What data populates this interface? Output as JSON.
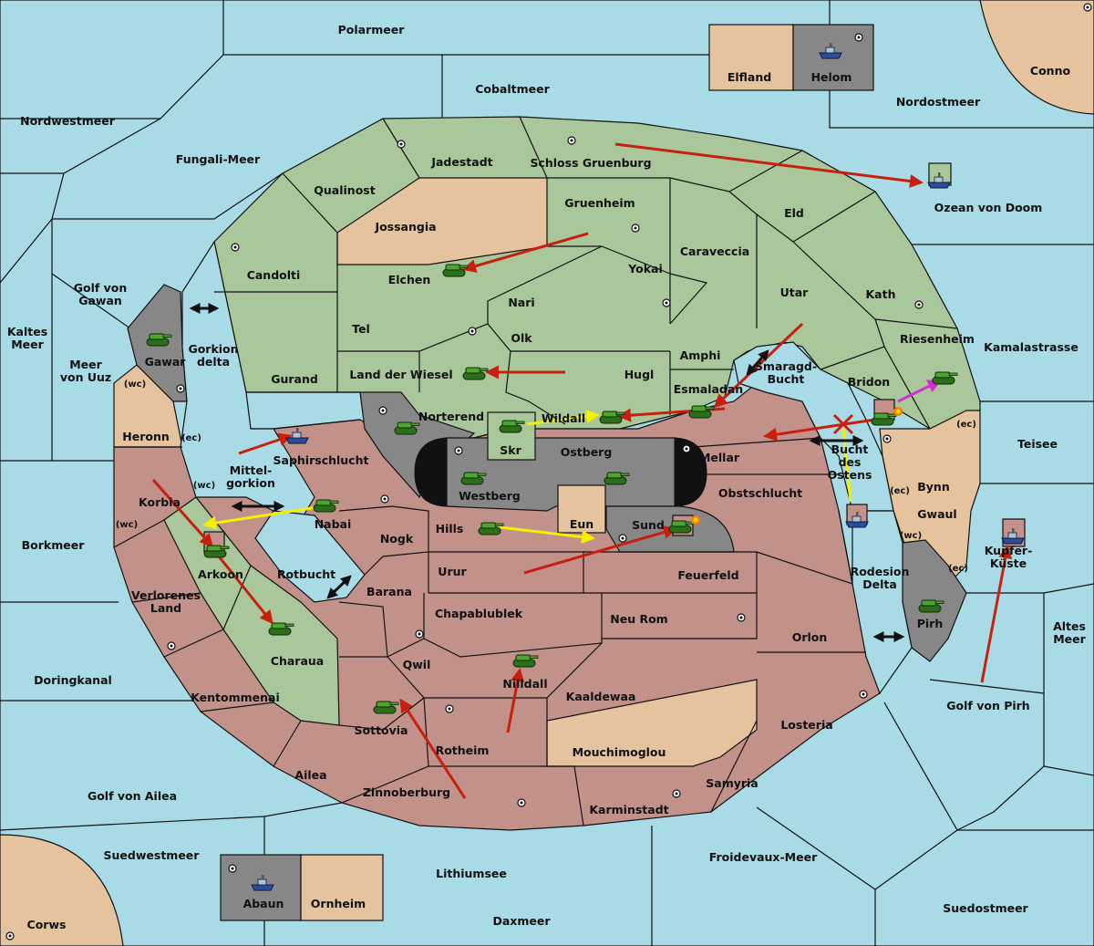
{
  "seas": {
    "polarmeer": "Polarmeer",
    "cobaltmeer": "Cobaltmeer",
    "nordwestmeer": "Nordwestmeer",
    "fungali": "Fungali-Meer",
    "nordostmeer": "Nordostmeer",
    "ozean_doom": "Ozean von Doom",
    "kamalastrasse": "Kamalastrasse",
    "kaltes_meer": "Kaltes\nMeer",
    "golf_gawan": "Golf von\nGawan",
    "meer_uuz": "Meer\nvon Uuz",
    "gorkion_delta": "Gorkion\ndelta",
    "teisee": "Teisee",
    "borkmeer": "Borkmeer",
    "mittelgorkion": "Mittel-\ngorkion",
    "rotbucht": "Rotbucht",
    "smaragd": "Smaragd-\nBucht",
    "bucht_ostens": "Bucht\ndes\nOstens",
    "rodesion": "Rodesion\nDelta",
    "altes_meer": "Altes\nMeer",
    "doringkanal": "Doringkanal",
    "golf_pirh": "Golf von Pirh",
    "golf_ailea": "Golf von Ailea",
    "suedwestmeer": "Suedwestmeer",
    "lithiumsee": "Lithiumsee",
    "froidevaux": "Froidevaux-Meer",
    "suedostmeer": "Suedostmeer",
    "daxmeer": "Daxmeer",
    "corws": "Corws",
    "conno": "Conno"
  },
  "lands": {
    "elfland": "Elfland",
    "helom": "Helom",
    "jadestadt": "Jadestadt",
    "schloss": "Schloss Gruenburg",
    "qualinost": "Qualinost",
    "jossangia": "Jossangia",
    "gruenheim": "Gruenheim",
    "eld": "Eld",
    "caraveccia": "Caraveccia",
    "candolti": "Candolti",
    "elchen": "Elchen",
    "yokai": "Yokai",
    "nari": "Nari",
    "utar": "Utar",
    "kath": "Kath",
    "tel": "Tel",
    "olk": "Olk",
    "amphi": "Amphi",
    "riesenheim": "Riesenheim",
    "gawar": "Gawar",
    "wc1": "(wc)",
    "gurand": "Gurand",
    "land_wiesel": "Land der Wiesel",
    "hugl": "Hugl",
    "bridon": "Bridon",
    "esmaladan": "Esmaladan",
    "heronn": "Heronn",
    "ec1": "(ec)",
    "norterend": "Norterend",
    "wildall": "Wildall",
    "skr": "Skr",
    "ostberg": "Ostberg",
    "mellar": "Mellar",
    "ec2": "(ec)",
    "saphirschlucht": "Saphirschlucht",
    "westberg": "Westberg",
    "obstschlucht": "Obstschlucht",
    "bynn": "Bynn",
    "ec3": "(ec)",
    "korbia": "Korbia",
    "wc2": "(wc)",
    "wc3": "(wc)",
    "nabai": "Nabai",
    "nogk": "Nogk",
    "hills": "Hills",
    "eun": "Eun",
    "sund": "Sund",
    "gwaul": "Gwaul",
    "wc4": "(wc)",
    "ec4": "(ec)",
    "arkoon": "Arkoon",
    "urur": "Urur",
    "feuerfeld": "Feuerfeld",
    "kupferkueste": "Kupfer-\nKüste",
    "barana": "Barana",
    "verlorenes": "Verlorenes\nLand",
    "chapablublek": "Chapablublek",
    "neu_rom": "Neu Rom",
    "orlon": "Orlon",
    "pirh": "Pirh",
    "charaua": "Charaua",
    "qwil": "Qwil",
    "nilldall": "Nilldall",
    "kaaldewaa": "Kaaldewaa",
    "kentommenai": "Kentommenai",
    "sottovia": "Sottovia",
    "rotheim": "Rotheim",
    "mouchimoglou": "Mouchimoglou",
    "losteria": "Losteria",
    "ailea": "Ailea",
    "zinnoberburg": "Zinnoberburg",
    "samyria": "Samyria",
    "karminstadt": "Karminstadt",
    "abaun": "Abaun",
    "ornheim": "Ornheim"
  },
  "colors": {
    "sea": "#a8dbe6",
    "green_power": "#a9c79b",
    "red_power": "#c1918a",
    "neutral": "#e4c39e",
    "gray_power": "#878787",
    "move_order": "#c8200e",
    "support_order": "#f4f000",
    "convoy_order": "#111111",
    "retreat_order": "#d22fd2"
  },
  "units": {
    "army_icon": "tank-icon",
    "fleet_icon": "ship-icon",
    "dislodged_icon": "explosion-icon",
    "supply_center_icon": "supply-center-icon"
  }
}
